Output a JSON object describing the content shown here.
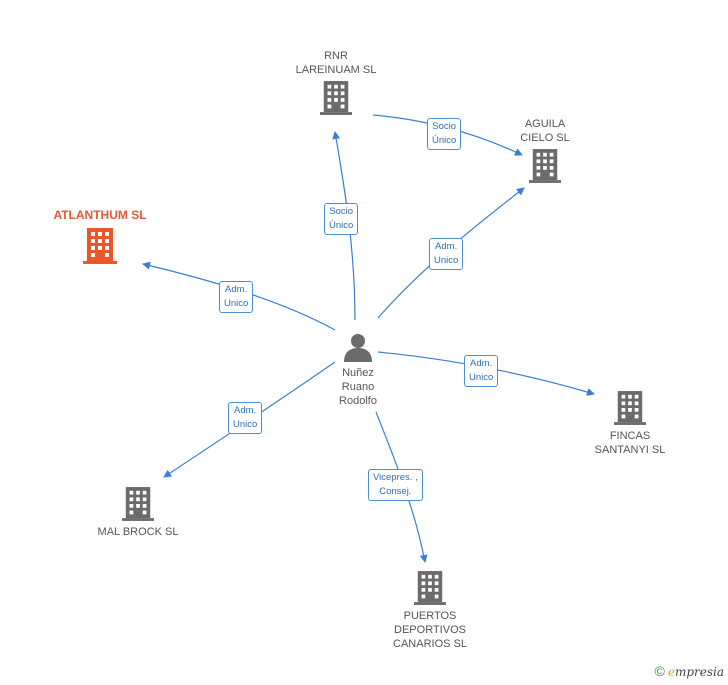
{
  "nodes": {
    "center": {
      "label": "Nuñez\nRuano\nRodolfo"
    },
    "atlanthum": {
      "label": "ATLANTHUM SL"
    },
    "rnr": {
      "label": "RNR\nLAREINUAM  SL"
    },
    "aguila": {
      "label": "AGUILA\nCIELO SL"
    },
    "fincas": {
      "label": "FINCAS\nSANTANYI SL"
    },
    "malbrock": {
      "label": "MAL BROCK SL"
    },
    "puertos": {
      "label": "PUERTOS\nDEPORTIVOS\nCANARIOS SL"
    }
  },
  "edges": {
    "rnr": {
      "label": "Socio\nÚnico"
    },
    "rnr_aguila": {
      "label": "Socio\nÚnico"
    },
    "aguila": {
      "label": "Adm.\nUnico"
    },
    "atlanthum": {
      "label": "Adm.\nUnico"
    },
    "fincas": {
      "label": "Adm.\nUnico"
    },
    "malbrock": {
      "label": "Adm.\nUnico"
    },
    "puertos": {
      "label": "Vicepres. ,\nConsej."
    }
  },
  "colors": {
    "edge": "#3a7fd5",
    "building": "#6b6b6b",
    "main_building": "#e8582c",
    "person": "#6b6b6b"
  },
  "footer": {
    "copyright": "©",
    "brand_e": "e",
    "brand_rest": "mpresia"
  }
}
